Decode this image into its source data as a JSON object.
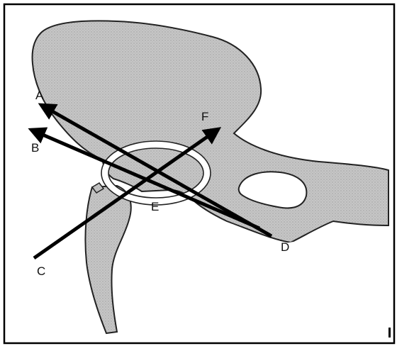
{
  "diagram": {
    "points": [
      {
        "id": "A",
        "label": "A"
      },
      {
        "id": "B",
        "label": "B"
      },
      {
        "id": "C",
        "label": "C"
      },
      {
        "id": "D",
        "label": "D"
      },
      {
        "id": "E",
        "label": "E"
      },
      {
        "id": "F",
        "label": "F"
      }
    ],
    "vectors": [
      {
        "id": "D-to-A",
        "from": "D",
        "to": "A",
        "arrowhead": true
      },
      {
        "id": "D-to-B",
        "from": "D",
        "to": "B",
        "arrowhead": true
      },
      {
        "id": "C-to-F",
        "from": "C",
        "to": "F",
        "arrowhead": true
      }
    ],
    "colors": {
      "bone_fill": "#c9c9c9",
      "bone_outline": "#222222",
      "arrows": "#000000",
      "background": "#ffffff",
      "frame": "#000000"
    }
  }
}
